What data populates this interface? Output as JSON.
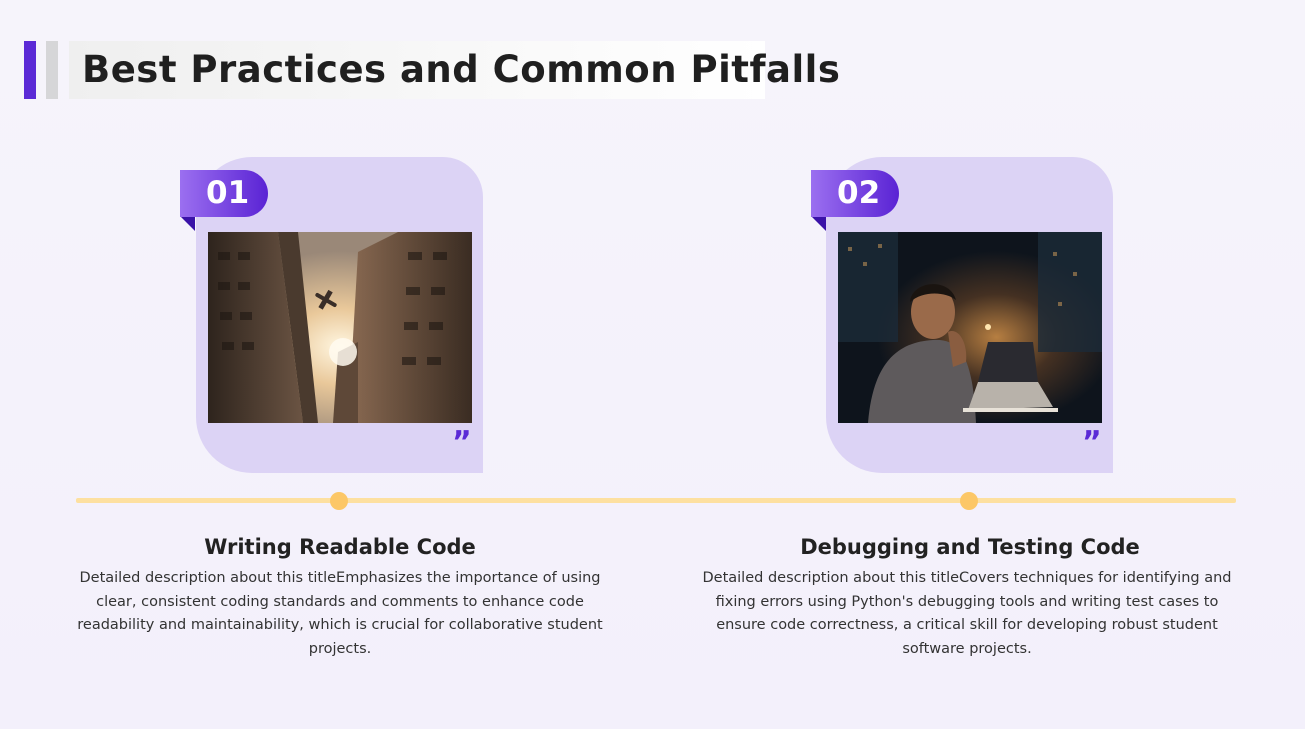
{
  "page": {
    "title": "Best Practices and Common Pitfalls"
  },
  "colors": {
    "accent": "#5b2ad6",
    "card_bg": "#dcd3f5",
    "timeline": "#fde0a0",
    "timeline_dot": "#fcc767"
  },
  "items": [
    {
      "number": "01",
      "title": "Writing Readable Code",
      "description": "Detailed description about this titleEmphasizes the importance of using clear, consistent coding standards and comments to enhance code readability and maintainability, which is crucial for collaborative student projects.",
      "image_subject": "low-angle view of city buildings with an airplane against the sun",
      "quote_mark": "”"
    },
    {
      "number": "02",
      "title": "Debugging and Testing Code",
      "description": "Detailed description about this titleCovers techniques for identifying and fixing errors using Python's debugging tools and writing test cases to ensure code correctness, a critical skill for developing robust student software projects.",
      "image_subject": "person thinking at a laptop in a dark room at night",
      "quote_mark": "”"
    }
  ]
}
